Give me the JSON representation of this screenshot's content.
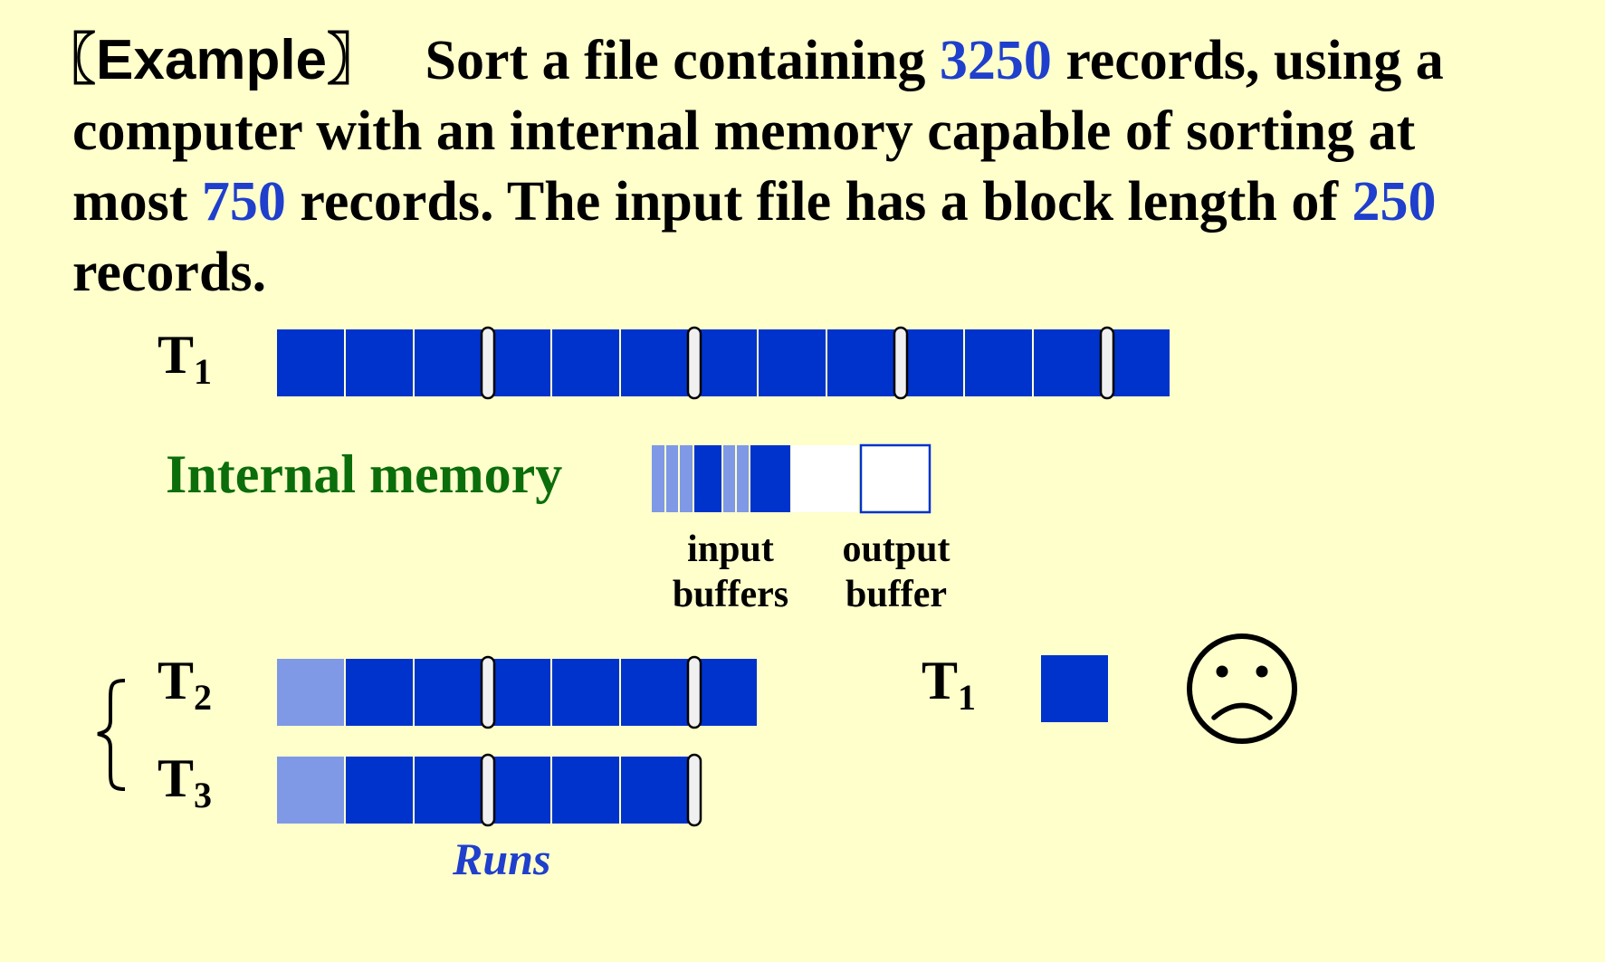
{
  "heading": {
    "tag": "〖Example〗",
    "segments": [
      {
        "text": "Sort a file containing ",
        "hl": false
      },
      {
        "text": "3250",
        "hl": true
      },
      {
        "text": " records, using a",
        "hl": false
      }
    ],
    "line2": "computer with an internal memory capable of sorting at",
    "line3_a": "most ",
    "line3_b": "750",
    "line3_c": " records. The input file has a block length of ",
    "line3_d": "250",
    "line4": "records."
  },
  "labels": {
    "tape_t1_top": {
      "letter": "T",
      "sub": "1"
    },
    "internal_memory": "Internal memory",
    "input_buffers_1": "input",
    "input_buffers_2": "buffers",
    "output_buffer_1": "output",
    "output_buffer_2": "buffer",
    "tape_t2": {
      "letter": "T",
      "sub": "2"
    },
    "tape_t3": {
      "letter": "T",
      "sub": "3"
    },
    "tape_t1_right": {
      "letter": "T",
      "sub": "1"
    },
    "runs": "Runs",
    "frown_icon": "☹"
  },
  "diagram": {
    "colors": {
      "block": "#0033cc",
      "block_light": "#7f99e6",
      "background": "#ffffcc",
      "run_marker": "#f0f0f0",
      "memory_label": "#0b6e0b",
      "highlight": "#1f3fcc"
    },
    "tapes": [
      {
        "name": "T1",
        "blocks": 13,
        "light_blocks": 0,
        "run_ends_after_block": [
          3,
          6,
          9,
          12
        ]
      },
      {
        "name": "T2",
        "blocks": 7,
        "light_blocks": 1,
        "run_ends_after_block": [
          3,
          6
        ]
      },
      {
        "name": "T3",
        "blocks": 6,
        "light_blocks": 1,
        "run_ends_after_block": [
          3,
          6
        ]
      },
      {
        "name": "T1 (output)",
        "blocks": 1,
        "light_blocks": 0,
        "run_ends_after_block": []
      }
    ],
    "memory": {
      "input_buffers": 3,
      "output_buffers": 1
    }
  }
}
